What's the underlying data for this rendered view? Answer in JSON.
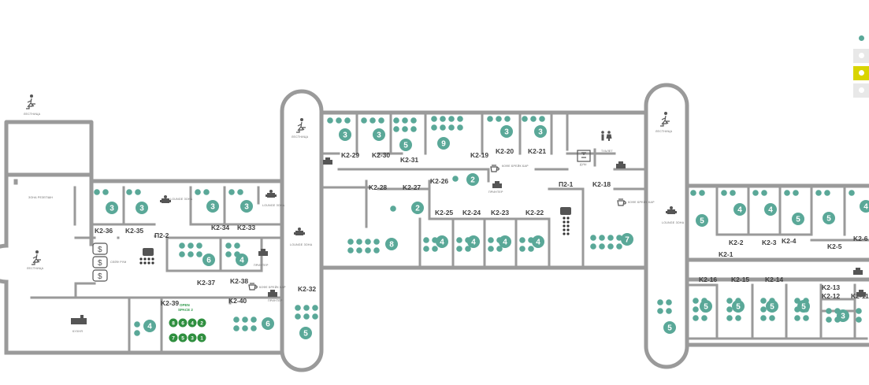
{
  "colors": {
    "seat": "#5aa898",
    "badge": "#5aa898",
    "open_seat": "#2f8f3f",
    "wall": "#9a9a9a"
  },
  "rooms": [
    {
      "id": "K2-29",
      "label": "K2-29",
      "capacity": 3
    },
    {
      "id": "K2-30",
      "label": "K2-30",
      "capacity": 3
    },
    {
      "id": "K2-31",
      "label": "K2-31",
      "capacity": 5
    },
    {
      "id": "K2-19",
      "label": "K2-19",
      "capacity": 9
    },
    {
      "id": "K2-20",
      "label": "K2-20",
      "capacity": 3
    },
    {
      "id": "K2-21",
      "label": "K2-21",
      "capacity": 3
    },
    {
      "id": "K2-26",
      "label": "K2-26",
      "capacity": 2
    },
    {
      "id": "K2-27",
      "label": "K2-27",
      "capacity": 2
    },
    {
      "id": "K2-28",
      "label": "K2-28",
      "capacity": 8
    },
    {
      "id": "K2-25",
      "label": "K2-25",
      "capacity": 4
    },
    {
      "id": "K2-24",
      "label": "K2-24",
      "capacity": 4
    },
    {
      "id": "K2-23",
      "label": "K2-23",
      "capacity": 4
    },
    {
      "id": "K2-22",
      "label": "K2-22",
      "capacity": 4
    },
    {
      "id": "K2-18",
      "label": "K2-18",
      "capacity": 7
    },
    {
      "id": "K2-36",
      "label": "K2-36",
      "capacity": 3
    },
    {
      "id": "K2-35",
      "label": "K2-35",
      "capacity": 3
    },
    {
      "id": "K2-34",
      "label": "K2-34",
      "capacity": 3
    },
    {
      "id": "K2-33",
      "label": "K2-33",
      "capacity": 3
    },
    {
      "id": "K2-37",
      "label": "K2-37",
      "capacity": 6
    },
    {
      "id": "K2-38",
      "label": "K2-38",
      "capacity": 4
    },
    {
      "id": "K2-39",
      "label": "K2-39",
      "capacity": 4
    },
    {
      "id": "K2-40",
      "label": "K2-40",
      "capacity": 6
    },
    {
      "id": "K2-32",
      "label": "K2-32",
      "capacity": 5
    },
    {
      "id": "K2-1",
      "label": "K2-1",
      "capacity": 5
    },
    {
      "id": "K2-2",
      "label": "K2-2",
      "capacity": 4
    },
    {
      "id": "K2-3",
      "label": "K2-3",
      "capacity": 4
    },
    {
      "id": "K2-4",
      "label": "K2-4",
      "capacity": 5
    },
    {
      "id": "K2-5",
      "label": "K2-5",
      "capacity": 5
    },
    {
      "id": "K2-6",
      "label": "K2-6",
      "capacity": 4
    },
    {
      "id": "K2-16",
      "label": "K2-16",
      "capacity": 5
    },
    {
      "id": "K2-15",
      "label": "K2-15",
      "capacity": 5
    },
    {
      "id": "K2-14",
      "label": "K2-14",
      "capacity": 5
    },
    {
      "id": "K2-13",
      "label": "K2-13",
      "capacity": 5
    },
    {
      "id": "K2-12",
      "label": "K2-12",
      "capacity": 3
    },
    {
      "id": "K2-11",
      "label": "K2-11",
      "capacity": null
    },
    {
      "id": "east-pill",
      "label": "",
      "capacity": 5
    }
  ],
  "meeting_rooms": [
    {
      "id": "P2-1",
      "label": "П2-1"
    },
    {
      "id": "P2-2",
      "label": "П2-2"
    }
  ],
  "open_space": {
    "label_line1": "OPEN",
    "label_line2": "SPACE 2",
    "seats": [
      "8",
      "6",
      "4",
      "2",
      "7",
      "5",
      "3",
      "1"
    ]
  },
  "facilities": {
    "stairs": "ЛЕСТНИЦА",
    "lounge": "LOUNGE ЗОНА",
    "coffee": "КОФЕ БРЕЙК БАР",
    "printer": "ПРИНТЕР",
    "toilet": "ТУАЛЕТ",
    "shower": "ДУШ",
    "safe_room": "СЕЙФ РУМ",
    "kitchen": "КУХНЯ",
    "cloakroom": "ЗОНА РЕЗЕПШН"
  },
  "legend": [
    {
      "name": "legend-free"
    },
    {
      "name": "legend-busy"
    },
    {
      "name": "legend-selected"
    },
    {
      "name": "legend-unavailable"
    }
  ]
}
